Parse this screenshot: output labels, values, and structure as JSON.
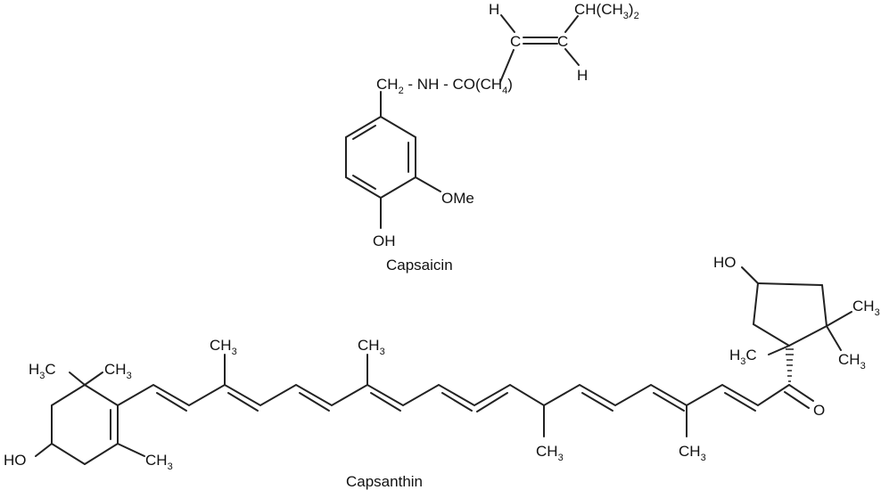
{
  "capsaicin": {
    "caption": "Capsaicin",
    "chain_main": "CH",
    "chain_sub2": "2",
    "chain_mid": " - NH - CO(CH",
    "chain_sub4": "4",
    "chain_close": ")",
    "h_top": "H",
    "h_bottom": "H",
    "c_left": "C",
    "c_right": "C",
    "isopropyl_main": "CH(CH",
    "isopropyl_sub3": "3",
    "isopropyl_close": ")",
    "isopropyl_sub2": "2",
    "ome": "OMe",
    "oh": "OH"
  },
  "capsanthin": {
    "caption": "Capsanthin",
    "ho_left": "HO",
    "h3c_left": "H",
    "h3c_left_sub": "3",
    "h3c_left_c": "C",
    "ch3_left_top": "CH",
    "ch3_left_top_sub": "3",
    "ch3_ring_bottom": "CH",
    "ch3_ring_bottom_sub": "3",
    "ch3_chain_1": "CH",
    "ch3_chain_1_sub": "3",
    "ch3_chain_2": "CH",
    "ch3_chain_2_sub": "3",
    "ch3_chain_3": "CH",
    "ch3_chain_3_sub": "3",
    "ch3_chain_4": "CH",
    "ch3_chain_4_sub": "3",
    "ho_right": "HO",
    "ch3_right_1": "CH",
    "ch3_right_1_sub": "3",
    "ch3_right_2": "CH",
    "ch3_right_2_sub": "3",
    "h3c_right": "H",
    "h3c_right_sub": "3",
    "h3c_right_c": "C",
    "oxygen": "O"
  }
}
